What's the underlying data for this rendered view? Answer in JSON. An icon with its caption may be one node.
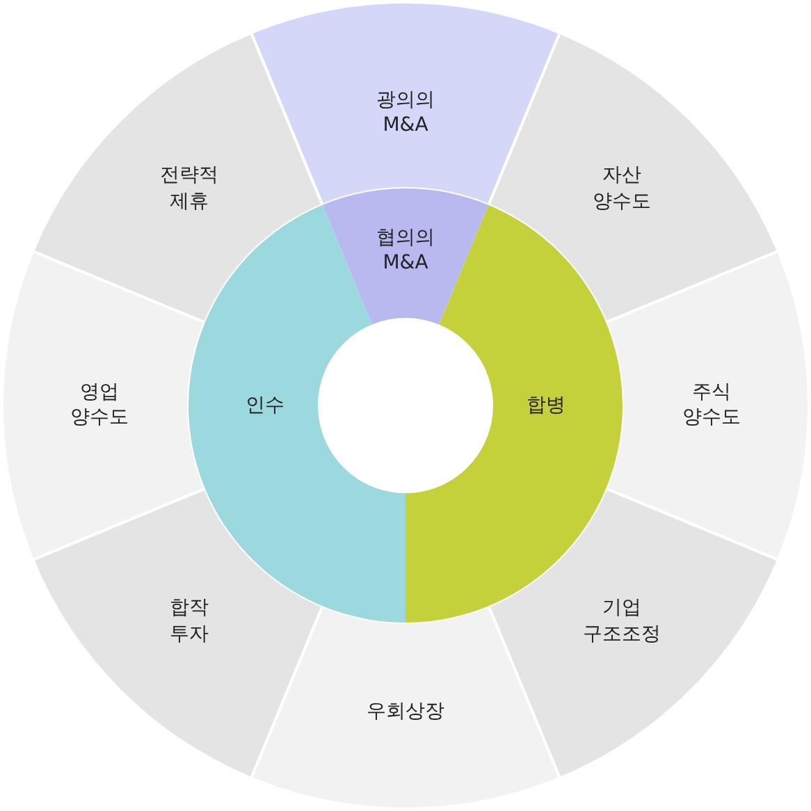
{
  "diagram": {
    "nodes": [
      {
        "text": [
          "광의의 M&A"
        ]
      },
      {
        "text": [
          "자산 양수도"
        ]
      },
      {
        "text": [
          "주식 양수도"
        ]
      },
      {
        "text": [
          "기업 구조조정"
        ]
      },
      {
        "text": [
          "우회상장"
        ]
      },
      {
        "text": [
          "합작 투자"
        ]
      },
      {
        "text": [
          "영업 양수도"
        ]
      },
      {
        "text": [
          "전략적 제휴"
        ]
      },
      {
        "text": [
          "협의의 M&A"
        ]
      },
      {
        "text": [
          "인수"
        ]
      },
      {
        "text": [
          "합병"
        ]
      }
    ]
  }
}
